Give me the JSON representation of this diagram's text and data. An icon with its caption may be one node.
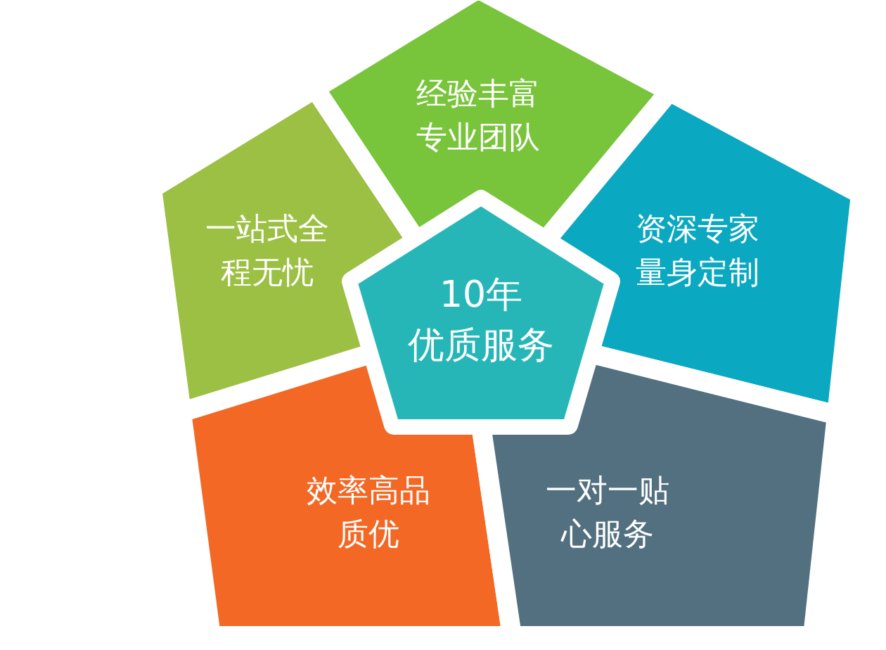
{
  "diagram": {
    "nodes": [
      {
        "text": [
          "经验丰富专业团队"
        ]
      },
      {
        "text": [
          "一站式全程无忧"
        ]
      },
      {
        "text": [
          "资深专家量身定制"
        ]
      },
      {
        "text": [
          "10年",
          "优质服务"
        ]
      },
      {
        "text": [
          "效率高品质优"
        ]
      },
      {
        "text": [
          "一对一贴心服务"
        ]
      }
    ]
  }
}
